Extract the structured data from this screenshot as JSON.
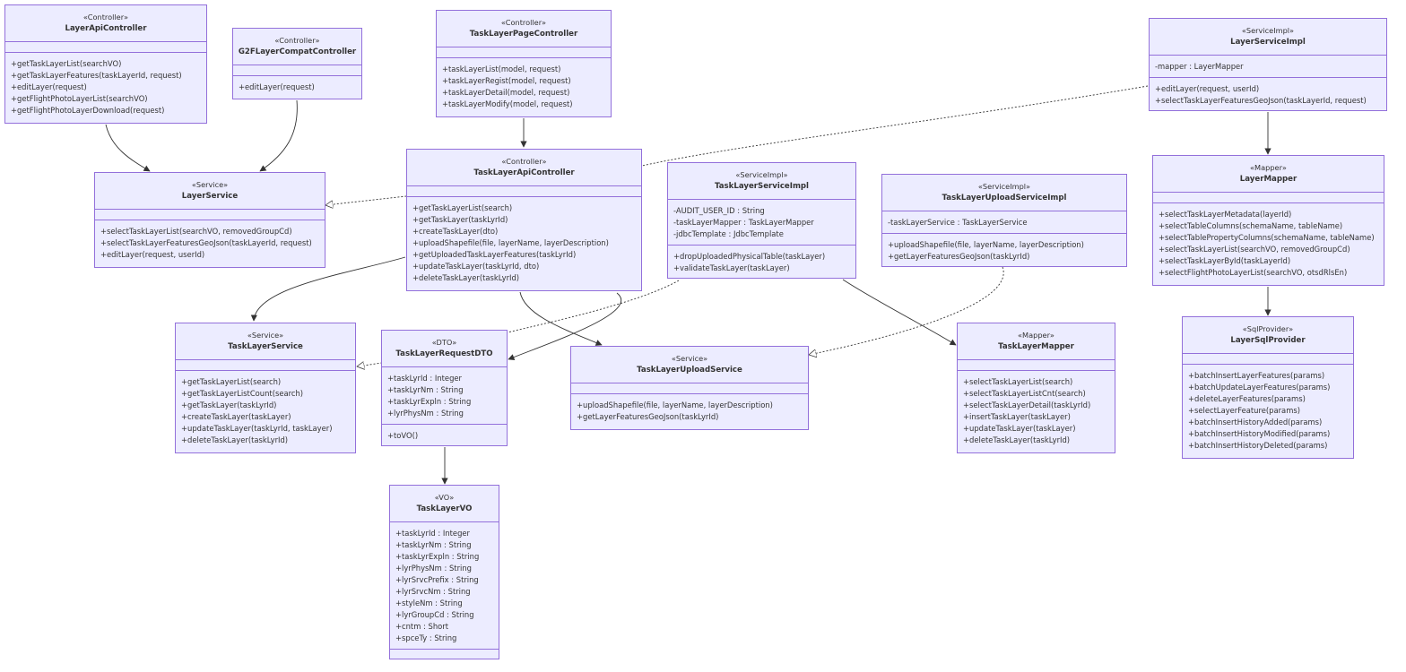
{
  "classes": [
    {
      "id": "LayerApiController",
      "stereotype": "«Controller»",
      "name": "LayerApiController",
      "attributes": [],
      "methods": [
        "+getTaskLayerList(searchVO)",
        "+getTaskLayerFeatures(taskLayerId, request)",
        "+editLayer(request)",
        "+getFlightPhotoLayerList(searchVO)",
        "+getFlightPhotoLayerDownload(request)"
      ]
    },
    {
      "id": "G2FLayerCompatController",
      "stereotype": "«Controller»",
      "name": "G2FLayerCompatController",
      "attributes": [],
      "methods": [
        "+editLayer(request)"
      ]
    },
    {
      "id": "TaskLayerPageController",
      "stereotype": "«Controller»",
      "name": "TaskLayerPageController",
      "attributes": [],
      "methods": [
        "+taskLayerList(model, request)",
        "+taskLayerRegist(model, request)",
        "+taskLayerDetail(model, request)",
        "+taskLayerModify(model, request)"
      ]
    },
    {
      "id": "LayerServiceImpl",
      "stereotype": "«ServiceImpl»",
      "name": "LayerServiceImpl",
      "attributes": [
        "-mapper : LayerMapper"
      ],
      "methods": [
        "+editLayer(request, userId)",
        "+selectTaskLayerFeaturesGeoJson(taskLayerId, request)"
      ]
    },
    {
      "id": "LayerService",
      "stereotype": "«Service»",
      "name": "LayerService",
      "attributes": [],
      "methods": [
        "+selectTaskLayerList(searchVO, removedGroupCd)",
        "+selectTaskLayerFeaturesGeoJson(taskLayerId, request)",
        "+editLayer(request, userId)"
      ]
    },
    {
      "id": "TaskLayerApiController",
      "stereotype": "«Controller»",
      "name": "TaskLayerApiController",
      "attributes": [],
      "methods": [
        "+getTaskLayerList(search)",
        "+getTaskLayer(taskLyrId)",
        "+createTaskLayer(dto)",
        "+uploadShapefile(file, layerName, layerDescription)",
        "+getUploadedTaskLayerFeatures(taskLyrId)",
        "+updateTaskLayer(taskLyrId, dto)",
        "+deleteTaskLayer(taskLyrId)"
      ]
    },
    {
      "id": "TaskLayerServiceImpl",
      "stereotype": "«ServiceImpl»",
      "name": "TaskLayerServiceImpl",
      "attributes": [
        "-AUDIT_USER_ID : String",
        "-taskLayerMapper : TaskLayerMapper",
        "-jdbcTemplate : JdbcTemplate"
      ],
      "methods": [
        "+dropUploadedPhysicalTable(taskLayer)",
        "+validateTaskLayer(taskLayer)"
      ]
    },
    {
      "id": "TaskLayerUploadServiceImpl",
      "stereotype": "«ServiceImpl»",
      "name": "TaskLayerUploadServiceImpl",
      "attributes": [
        "-taskLayerService : TaskLayerService"
      ],
      "methods": [
        "+uploadShapefile(file, layerName, layerDescription)",
        "+getLayerFeaturesGeoJson(taskLyrId)"
      ]
    },
    {
      "id": "LayerMapper",
      "stereotype": "«Mapper»",
      "name": "LayerMapper",
      "attributes": [],
      "methods": [
        "+selectTaskLayerMetadata(layerId)",
        "+selectTableColumns(schemaName, tableName)",
        "+selectTablePropertyColumns(schemaName, tableName)",
        "+selectTaskLayerList(searchVO, removedGroupCd)",
        "+selectTaskLayerById(taskLayerId)",
        "+selectFlightPhotoLayerList(searchVO, otsdRlsEn)"
      ]
    },
    {
      "id": "TaskLayerService",
      "stereotype": "«Service»",
      "name": "TaskLayerService",
      "attributes": [],
      "methods": [
        "+getTaskLayerList(search)",
        "+getTaskLayerListCount(search)",
        "+getTaskLayer(taskLyrId)",
        "+createTaskLayer(taskLayer)",
        "+updateTaskLayer(taskLyrId, taskLayer)",
        "+deleteTaskLayer(taskLyrId)"
      ]
    },
    {
      "id": "TaskLayerRequestDTO",
      "stereotype": "«DTO»",
      "name": "TaskLayerRequestDTO",
      "attributes": [
        "+taskLyrId : Integer",
        "+taskLyrNm : String",
        "+taskLyrExpln : String",
        "+lyrPhysNm : String"
      ],
      "methods": [
        "+toVO()"
      ]
    },
    {
      "id": "TaskLayerUploadService",
      "stereotype": "«Service»",
      "name": "TaskLayerUploadService",
      "attributes": [],
      "methods": [
        "+uploadShapefile(file, layerName, layerDescription)",
        "+getLayerFeaturesGeoJson(taskLyrId)"
      ]
    },
    {
      "id": "TaskLayerMapper",
      "stereotype": "«Mapper»",
      "name": "TaskLayerMapper",
      "attributes": [],
      "methods": [
        "+selectTaskLayerList(search)",
        "+selectTaskLayerListCnt(search)",
        "+selectTaskLayerDetail(taskLyrId)",
        "+insertTaskLayer(taskLayer)",
        "+updateTaskLayer(taskLayer)",
        "+deleteTaskLayer(taskLyrId)"
      ]
    },
    {
      "id": "LayerSqlProvider",
      "stereotype": "«SqlProvider»",
      "name": "LayerSqlProvider",
      "attributes": [],
      "methods": [
        "+batchInsertLayerFeatures(params)",
        "+batchUpdateLayerFeatures(params)",
        "+deleteLayerFeatures(params)",
        "+selectLayerFeature(params)",
        "+batchInsertHistoryAdded(params)",
        "+batchInsertHistoryModified(params)",
        "+batchInsertHistoryDeleted(params)"
      ]
    },
    {
      "id": "TaskLayerVO",
      "stereotype": "«VO»",
      "name": "TaskLayerVO",
      "attributes": [
        "+taskLyrId : Integer",
        "+taskLyrNm : String",
        "+taskLyrExpln : String",
        "+lyrPhysNm : String",
        "+lyrSrvcPrefix : String",
        "+lyrSrvcNm : String",
        "+styleNm : String",
        "+lyrGroupCd : String",
        "+cntm : Short",
        "+spceTy : String"
      ],
      "methods": []
    }
  ],
  "relations": [
    {
      "from": "LayerApiController",
      "to": "LayerService",
      "kind": "association"
    },
    {
      "from": "G2FLayerCompatController",
      "to": "LayerService",
      "kind": "association"
    },
    {
      "from": "TaskLayerPageController",
      "to": "TaskLayerApiController",
      "kind": "association"
    },
    {
      "from": "LayerServiceImpl",
      "to": "LayerMapper",
      "kind": "association"
    },
    {
      "from": "LayerMapper",
      "to": "LayerSqlProvider",
      "kind": "association"
    },
    {
      "from": "TaskLayerApiController",
      "to": "TaskLayerService",
      "kind": "association"
    },
    {
      "from": "TaskLayerApiController",
      "to": "TaskLayerRequestDTO",
      "kind": "association"
    },
    {
      "from": "TaskLayerApiController",
      "to": "TaskLayerUploadService",
      "kind": "association"
    },
    {
      "from": "TaskLayerServiceImpl",
      "to": "TaskLayerMapper",
      "kind": "association"
    },
    {
      "from": "TaskLayerRequestDTO",
      "to": "TaskLayerVO",
      "kind": "association"
    },
    {
      "from": "LayerServiceImpl",
      "to": "LayerService",
      "kind": "realization"
    },
    {
      "from": "TaskLayerServiceImpl",
      "to": "TaskLayerService",
      "kind": "realization"
    },
    {
      "from": "TaskLayerUploadServiceImpl",
      "to": "TaskLayerUploadService",
      "kind": "realization"
    }
  ],
  "colors": {
    "fill": "#ECECFF",
    "stroke": "#9370DB",
    "text": "#333333",
    "edge": "#333333"
  }
}
